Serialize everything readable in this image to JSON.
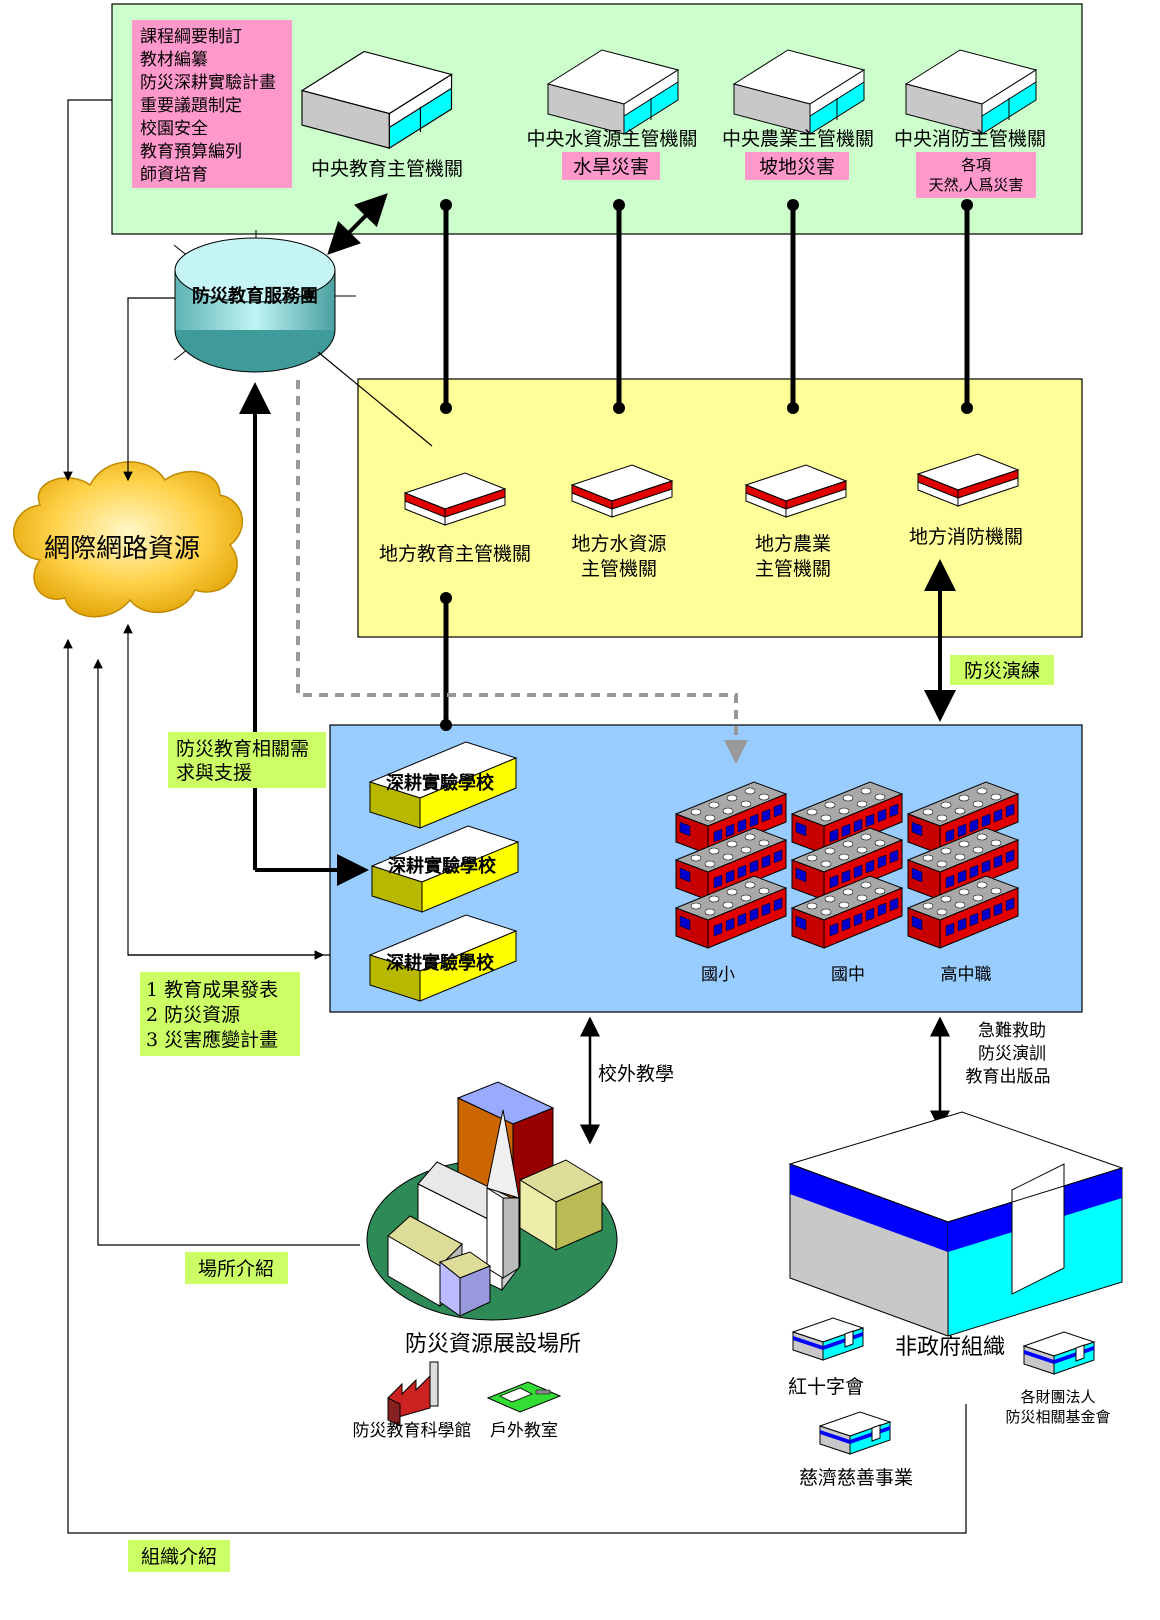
{
  "colors": {
    "central_panel": "#ccffcc",
    "local_panel": "#ffff99",
    "school_panel": "#99ccff",
    "pink_label": "#ff99cc",
    "green_label": "#ccff66",
    "cyan": "#00ffff",
    "red": "#e00000",
    "blue": "#0000ff"
  },
  "central": {
    "duties": [
      "課程綱要制訂",
      "教材編纂",
      "防災深耕實驗計畫",
      "重要議題制定",
      "校園安全",
      "教育預算編列",
      "師資培育"
    ],
    "edu": "中央教育主管機關",
    "water": "中央水資源主管機關",
    "water_tag": "水旱災害",
    "agri": "中央農業主管機關",
    "agri_tag": "坡地災害",
    "fire": "中央消防主管機關",
    "fire_tag_1": "各項",
    "fire_tag_2": "天然,人爲災害"
  },
  "service_team": "防災教育服務團",
  "internet": "網際網路資源",
  "local": {
    "edu": "地方教育主管機關",
    "water_1": "地方水資源",
    "water_2": "主管機關",
    "agri_1": "地方農業",
    "agri_2": "主管機關",
    "fire": "地方消防機關"
  },
  "drill": "防災演練",
  "needs": [
    "防災教育相關需",
    "求與支援"
  ],
  "pilot_school": "深耕實驗學校",
  "schools": {
    "elementary": "國小",
    "junior": "國中",
    "senior": "高中職"
  },
  "outcomes": [
    "1 教育成果發表",
    "2 防災資源",
    "3 災害應變計畫"
  ],
  "field_trip": "校外教學",
  "ngo_services": [
    "急難救助",
    "防災演訓",
    "教育出版品"
  ],
  "venue": "防災資源展設場所",
  "venue_science": "防災教育科學館",
  "venue_outdoor": "戶外教室",
  "venue_intro": "場所介紹",
  "ngo": "非政府組織",
  "red_cross": "紅十字會",
  "foundation_1": "各財團法人",
  "foundation_2": "防災相關基金會",
  "tzuchi": "慈濟慈善事業",
  "org_intro": "組織介紹",
  "icons": [
    "government-building-icon",
    "local-office-icon",
    "school-building-icon",
    "cloud-icon",
    "database-icon",
    "church-icon",
    "factory-icon",
    "outdoor-field-icon",
    "ngo-building-icon"
  ]
}
